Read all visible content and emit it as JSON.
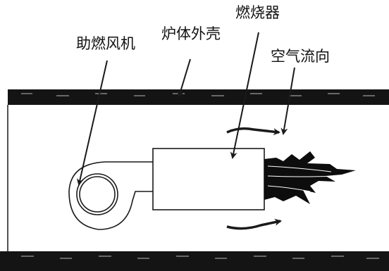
{
  "labels": {
    "fan": "助燃风机",
    "shell": "炉体外壳",
    "burner": "燃烧器",
    "airflow": "空气流向"
  },
  "colors": {
    "wall": "#141414",
    "wall_dash": "#9a9a9a",
    "line": "#1a1a1a",
    "flame": "#0d0d0d",
    "background": "#ffffff"
  }
}
